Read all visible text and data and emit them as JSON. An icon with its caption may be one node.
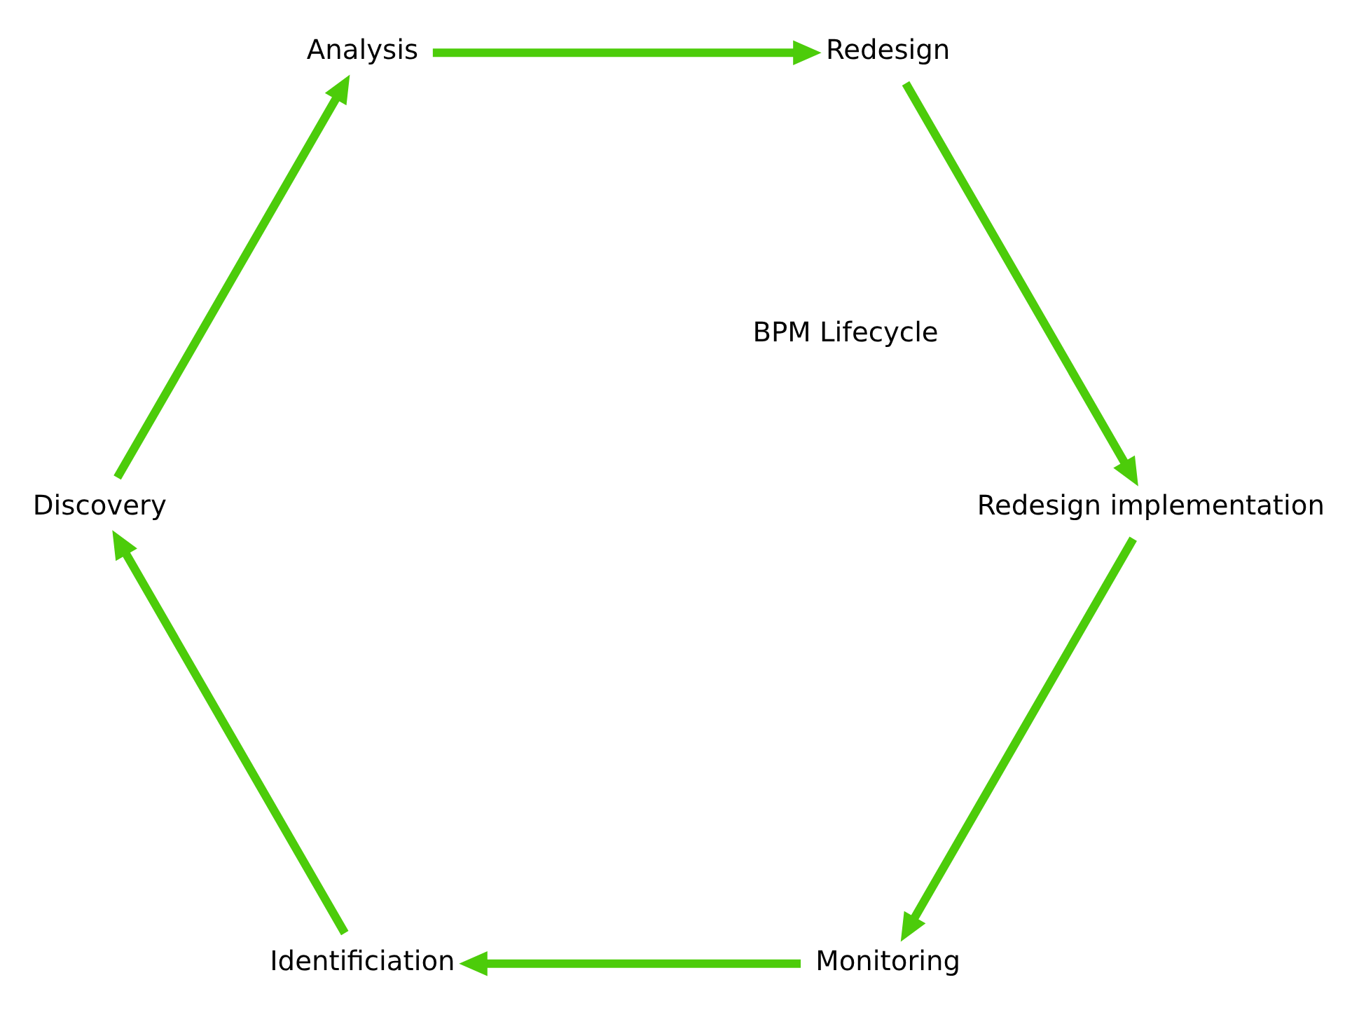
{
  "diagram": {
    "nodes": [
      {
        "text": [
          "Monitoring"
        ]
      },
      {
        "text": [
          "Identificiation"
        ]
      },
      {
        "text": [
          "Discovery"
        ]
      },
      {
        "text": [
          "Analysis"
        ]
      },
      {
        "text": [
          "Redesign"
        ]
      },
      {
        "text": [
          "Redesign implementation"
        ]
      }
    ],
    "edges": [
      {
        "from": 0,
        "to": 1,
        "arrow": "to"
      },
      {
        "from": 1,
        "to": 2,
        "arrow": "to"
      },
      {
        "from": 2,
        "to": 3,
        "arrow": "to"
      },
      {
        "from": 3,
        "to": 4,
        "arrow": "to"
      },
      {
        "from": 4,
        "to": 5,
        "arrow": "to"
      },
      {
        "from": 5,
        "to": 0,
        "arrow": "to"
      }
    ],
    "labels": [
      "BPM Lifecycle"
    ]
  }
}
